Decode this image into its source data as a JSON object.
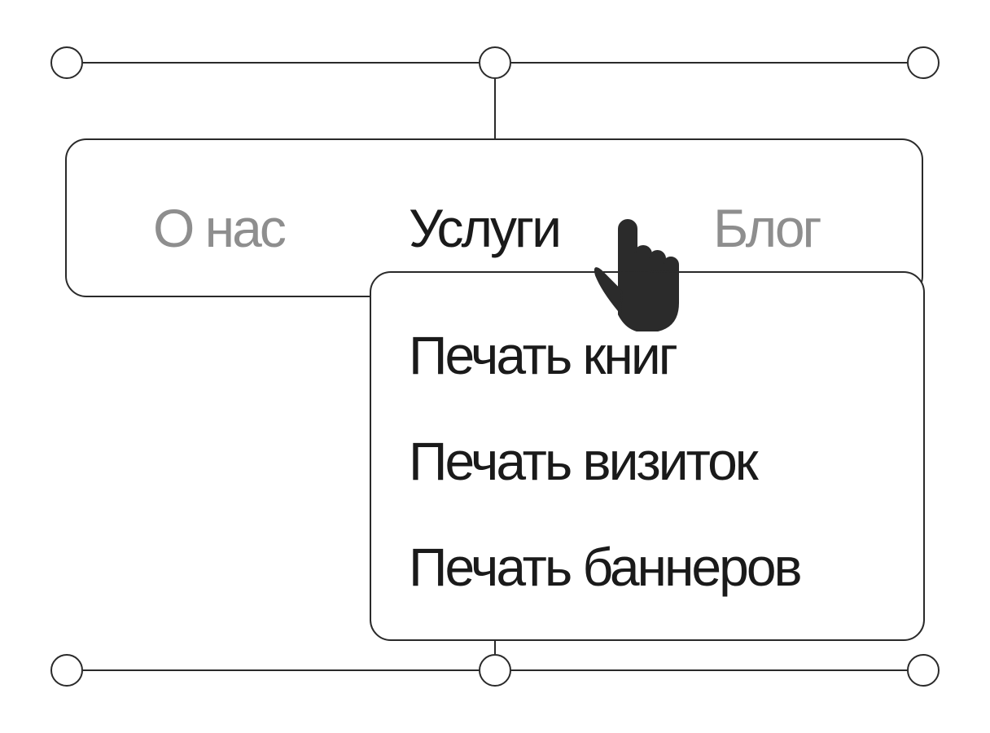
{
  "nav": {
    "items": [
      {
        "label": "О нас",
        "state": "inactive"
      },
      {
        "label": "Услуги",
        "state": "active"
      },
      {
        "label": "Блог",
        "state": "inactive"
      }
    ]
  },
  "dropdown": {
    "items": [
      {
        "label": "Печать книг"
      },
      {
        "label": "Печать визиток"
      },
      {
        "label": "Печать баннеров"
      }
    ]
  },
  "cursor": {
    "icon": "pointer-hand-icon"
  },
  "colors": {
    "active_text": "#1a1a1a",
    "inactive_text": "#8e8e8e",
    "stroke": "#2a2a2a",
    "background": "#ffffff"
  }
}
